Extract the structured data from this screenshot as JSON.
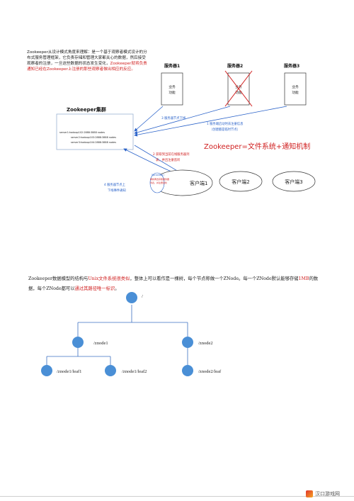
{
  "intro": {
    "part1": "Zookeeper从设计模式角度来理解：是一个基于观察者模式设计的分布式服务管理框架，它负责存储和管理大家都关心的数据，然后接受观察者的注册，一旦这些数据的状态发生变化，",
    "part2": "Zookeeper就将负责通知已经在Zookeeper上注册的那些观察者做出相应的反应。"
  },
  "cluster": {
    "title": "Zookeeper集群",
    "servers": [
      "server1:hadoop102:2888:3888 nodes",
      "server2:hadoop103:2888:3888 nodes",
      "server3:hadoop104:2888:3888 nodes"
    ]
  },
  "servers": [
    {
      "label": "服务器1",
      "box": "业务\n功能"
    },
    {
      "label": "服务器2",
      "box": "业务\n功能"
    },
    {
      "label": "服务器3",
      "box": "业务\n功能"
    }
  ],
  "notes": {
    "n3": "3  服务器节点下线",
    "n1": "1  服务端启动时去注册信息（创建都是临时节点）",
    "n2": "2  获取到当前在线服务器列表，并且注册监听",
    "n4": "4  服务器节点上下线事件通知",
    "n5": "5process()\n重新再去获取服务器列表，并注册监听"
  },
  "formula": "Zookeeper=文件系统+通知机制",
  "clients": [
    "客户端1",
    "客户端2",
    "客户端3"
  ],
  "para2": {
    "a": "Zookeeper数据模型的结构与",
    "b": "Unix文件系统很类似",
    "c": "，整体上可以看作是一棵树，每个节点称做一个ZNode。每一个ZNode默认能够存储",
    "d": "1MB",
    "e": "的数据，每个ZNode都可以",
    "f": "通过其路径唯一标识",
    "g": "。"
  },
  "tree": {
    "root": "/",
    "znode1": "/znode1",
    "znode2": "/znode2",
    "leaf1": "/znode1/leaf1",
    "leaf2": "/znode1/leaf2",
    "leaf3": "/znode2/leaf"
  },
  "footer": {
    "brand": "汉口游戏网"
  },
  "colors": {
    "accent_red": "#d02020",
    "node_blue": "#4a8fd6",
    "arrow_blue": "#2a62c9",
    "tree_line": "#3b6fc0"
  }
}
